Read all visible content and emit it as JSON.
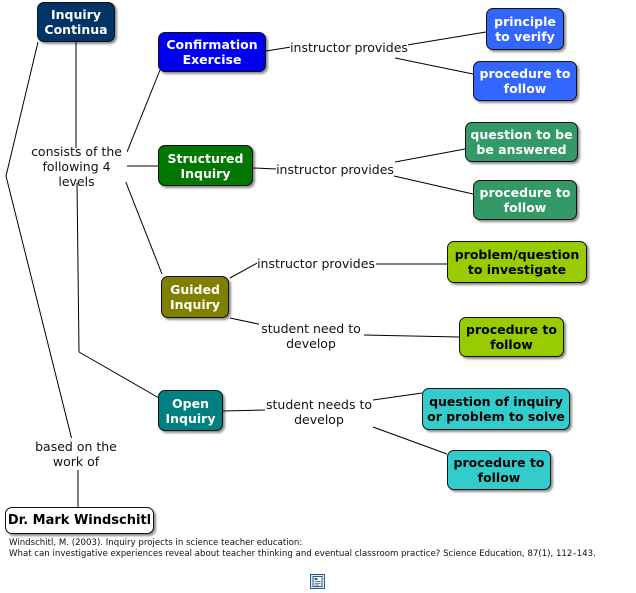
{
  "concepts": {
    "inquiry_continua": "Inquiry\nContinua",
    "confirmation_exercise": "Confirmation\nExercise",
    "structured_inquiry": "Structured\nInquiry",
    "guided_inquiry": "Guided\nInquiry",
    "open_inquiry": "Open\nInquiry",
    "dr_mark_windschitl": "Dr. Mark Windschitl",
    "principle_to_verify": "principle\nto verify",
    "procedure_to_follow_1": "procedure to\nfollow",
    "question_to_be_answered": "question to be\nbe answered",
    "procedure_to_follow_2": "procedure to\nfollow",
    "problem_question": "problem/question\nto investigate",
    "procedure_to_follow_3": "procedure to\nfollow",
    "question_of_inquiry": "question of inquiry\nor problem to solve",
    "procedure_to_follow_4": "procedure to\nfollow"
  },
  "linking_phrases": {
    "consists_of": "consists of the\nfollowing 4 levels",
    "based_on": "based on the\nwork of",
    "instructor_provides_1": "instructor provides",
    "instructor_provides_2": "instructor provides",
    "instructor_provides_3": "instructor provides",
    "student_need_to_develop": "student need to\ndevelop",
    "student_needs_to_develop": "student needs to\ndevelop"
  },
  "citation": {
    "line1": "Windschitl, M. (2003). Inquiry projects in science teacher education:",
    "line2": "What can investigative experiences reveal about teacher thinking and eventual classroom practice? Science Education, 87(1), 112–143."
  },
  "colors": {
    "navy": "#003366",
    "blue": "#0000ee",
    "light_blue": "#3366ff",
    "green": "#007700",
    "sea_green": "#339966",
    "olive": "#808000",
    "yellow_green": "#99cc00",
    "teal": "#008080",
    "turquoise": "#33cccc",
    "white": "#ffffff"
  },
  "icons": {
    "footer": "cmap-document-icon"
  }
}
